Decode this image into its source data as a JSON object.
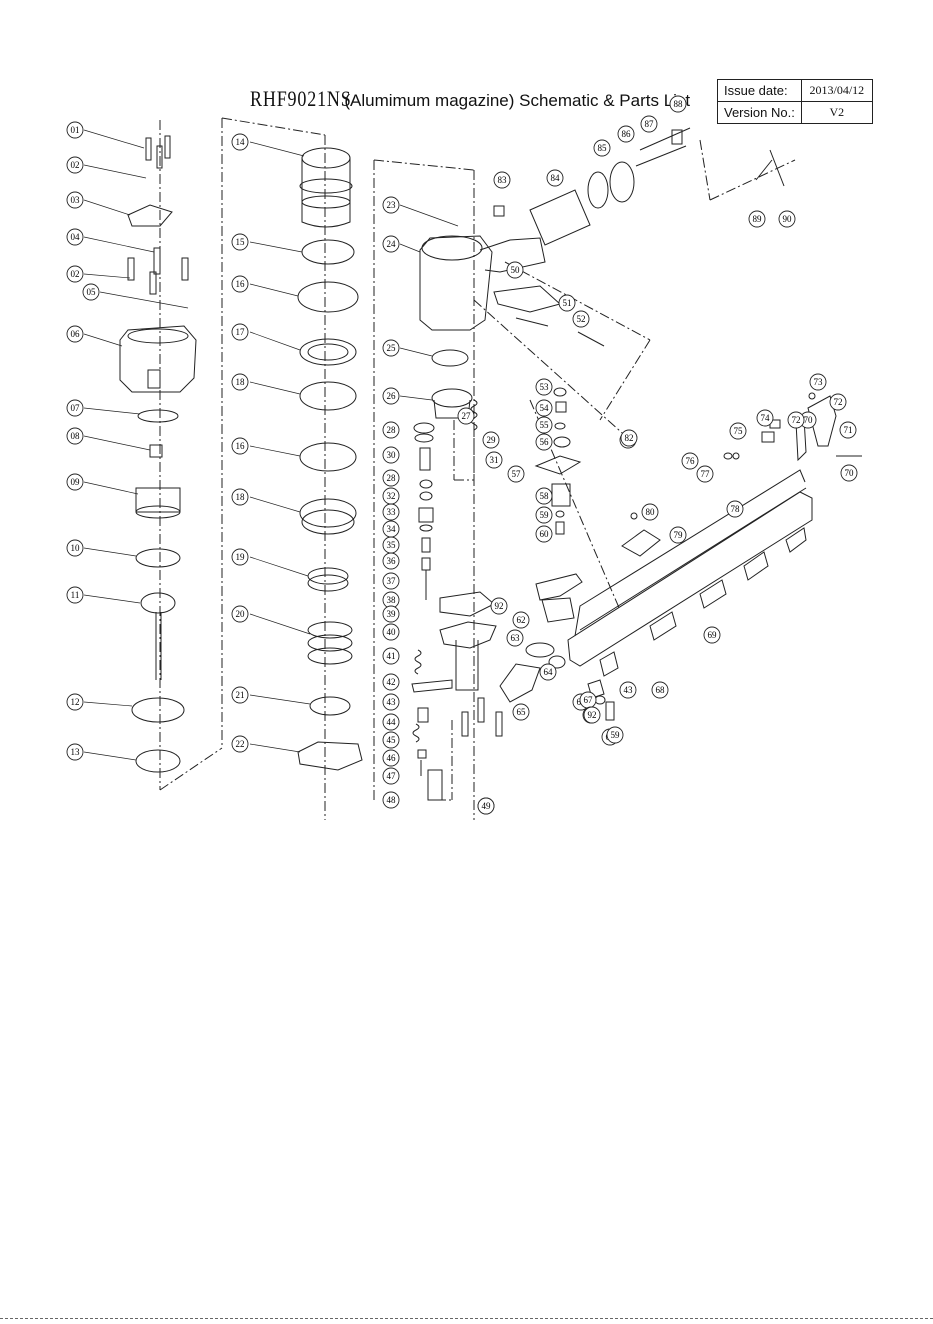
{
  "header": {
    "model": "RHF9021NS",
    "subtitle": "(Alumimum magazine) Schematic & Parts List",
    "issue_date_label": "Issue date:",
    "issue_date_value": "2013/04/12",
    "version_label": "Version No.:",
    "version_value": "V2"
  },
  "part_labels": [
    "01",
    "02",
    "03",
    "04",
    "02",
    "05",
    "06",
    "07",
    "08",
    "09",
    "10",
    "11",
    "12",
    "13",
    "14",
    "15",
    "16",
    "17",
    "18",
    "16",
    "18",
    "19",
    "20",
    "21",
    "22",
    "23",
    "24",
    "25",
    "26",
    "27",
    "28",
    "29",
    "30",
    "31",
    "28",
    "32",
    "33",
    "34",
    "35",
    "36",
    "37",
    "38",
    "39",
    "40",
    "41",
    "42",
    "43",
    "44",
    "45",
    "46",
    "47",
    "48",
    "49",
    "50",
    "51",
    "52",
    "53",
    "54",
    "55",
    "56",
    "57",
    "58",
    "59",
    "60",
    "61",
    "62",
    "63",
    "64",
    "65",
    "66",
    "67",
    "68",
    "69",
    "70",
    "71",
    "72",
    "73",
    "74",
    "75",
    "76",
    "77",
    "78",
    "79",
    "80",
    "81",
    "82",
    "83",
    "84",
    "85",
    "86",
    "87",
    "88",
    "89",
    "90",
    "92",
    "92",
    "70",
    "72",
    "43",
    "92",
    "59",
    "49"
  ]
}
